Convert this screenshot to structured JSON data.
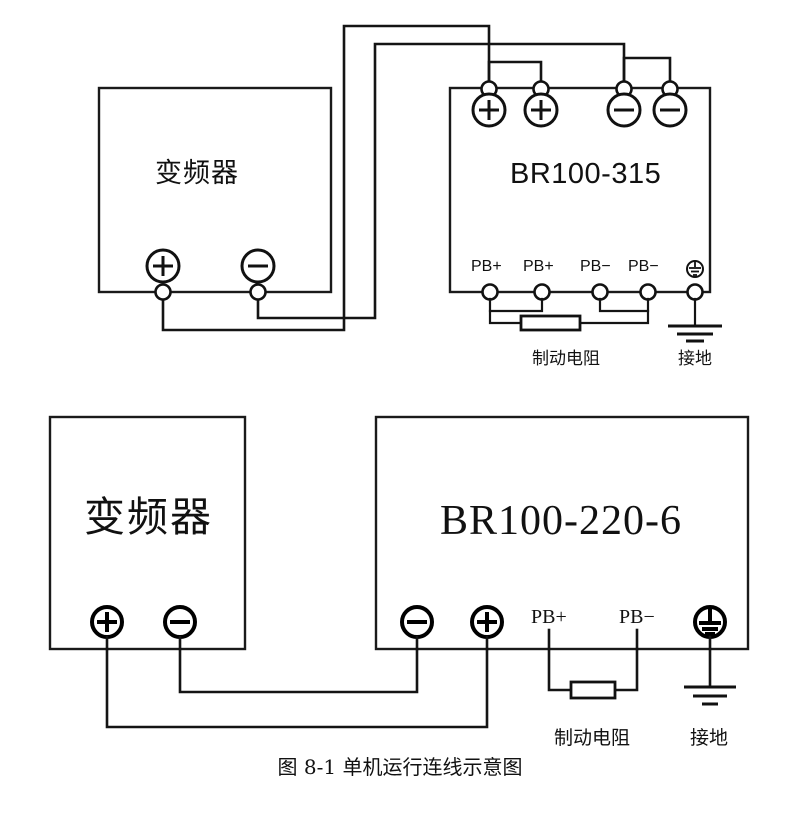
{
  "figure": {
    "caption": "图 8-1 单机运行连线示意图"
  },
  "top_diagram": {
    "inverter": {
      "label": "变频器",
      "terminals": [
        {
          "name": "plus",
          "glyph": "⊕"
        },
        {
          "name": "minus",
          "glyph": "⊖"
        }
      ]
    },
    "brake_unit": {
      "label": "BR100-315",
      "top_terminals": [
        {
          "name": "plus-1",
          "glyph": "⊕"
        },
        {
          "name": "plus-2",
          "glyph": "⊕"
        },
        {
          "name": "minus-1",
          "glyph": "⊖"
        },
        {
          "name": "minus-2",
          "glyph": "⊖"
        }
      ],
      "bottom_terminals": [
        {
          "name": "pb-plus-1",
          "label": "PB+"
        },
        {
          "name": "pb-plus-2",
          "label": "PB+"
        },
        {
          "name": "pb-minus-1",
          "label": "PB−"
        },
        {
          "name": "pb-minus-2",
          "label": "PB−"
        },
        {
          "name": "ground",
          "label": ""
        }
      ]
    },
    "annotations": {
      "resistor": "制动电阻",
      "ground": "接地"
    }
  },
  "bottom_diagram": {
    "inverter": {
      "label": "变频器",
      "terminals": [
        {
          "name": "plus",
          "glyph": "⊕"
        },
        {
          "name": "minus",
          "glyph": "⊖"
        }
      ]
    },
    "brake_unit": {
      "label": "BR100-220-6",
      "bottom_terminals": [
        {
          "name": "minus",
          "label": ""
        },
        {
          "name": "plus",
          "label": ""
        },
        {
          "name": "pb-plus",
          "label": "PB+"
        },
        {
          "name": "pb-minus",
          "label": "PB−"
        },
        {
          "name": "ground",
          "label": ""
        }
      ]
    },
    "annotations": {
      "resistor": "制动电阻",
      "ground": "接地"
    }
  },
  "colors": {
    "line": "#141414",
    "background": "#ffffff"
  }
}
